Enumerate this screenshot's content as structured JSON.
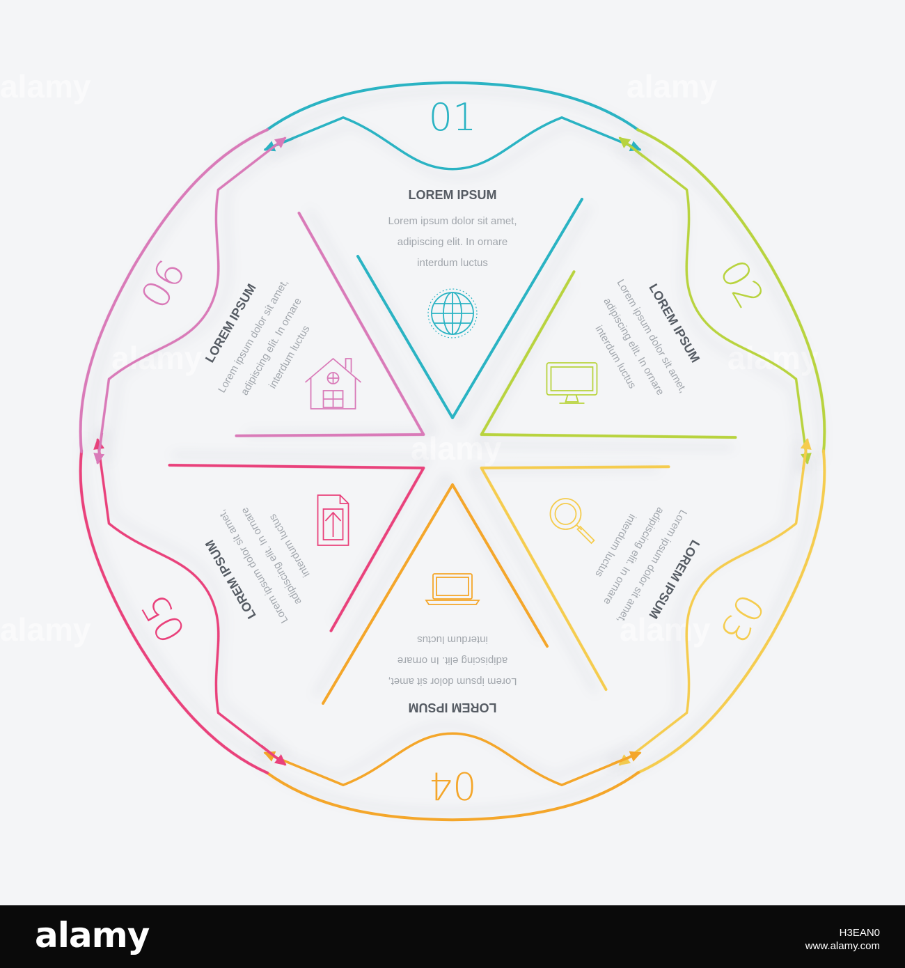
{
  "colors": {
    "background": "#f4f5f7",
    "step1": "#2ab3c3",
    "step2": "#b8d33e",
    "step3": "#f5cc4e",
    "step4": "#f4a62a",
    "step5": "#e9417b",
    "step6": "#d97ab8",
    "title_text": "#555b63",
    "body_text": "#a2a7ad"
  },
  "steps": [
    {
      "number": "01",
      "title": "LOREM IPSUM",
      "lines": [
        "Lorem ipsum dolor sit amet,",
        "adipiscing elit. In ornare",
        "interdum luctus"
      ],
      "icon": "globe-icon"
    },
    {
      "number": "02",
      "title": "LOREM IPSUM",
      "lines": [
        "Lorem ipsum dolor sit amet,",
        "adipiscing elit. In ornare",
        "interdum luctus"
      ],
      "icon": "monitor-icon"
    },
    {
      "number": "03",
      "title": "LOREM IPSUM",
      "lines": [
        "Lorem ipsum dolor sit amet,",
        "adipiscing elit. In ornare",
        "interdum luctus"
      ],
      "icon": "magnifier-icon"
    },
    {
      "number": "04",
      "title": "LOREM IPSUM",
      "lines": [
        "Lorem ipsum dolor sit amet,",
        "adipiscing elit. In ornare",
        "interdum luctus"
      ],
      "icon": "laptop-icon"
    },
    {
      "number": "05",
      "title": "LOREM IPSUM",
      "lines": [
        "Lorem ipsum dolor sit amet,",
        "adipiscing elit. In ornare",
        "interdum luctus"
      ],
      "icon": "upload-document-icon"
    },
    {
      "number": "06",
      "title": "LOREM IPSUM",
      "lines": [
        "Lorem ipsum dolor sit amet,",
        "adipiscing elit. In ornare",
        "interdum luctus"
      ],
      "icon": "house-icon"
    }
  ],
  "watermark": "alamy",
  "footer": {
    "logo": "alamy",
    "image_id": "H3EAN0",
    "site": "www.alamy.com"
  }
}
